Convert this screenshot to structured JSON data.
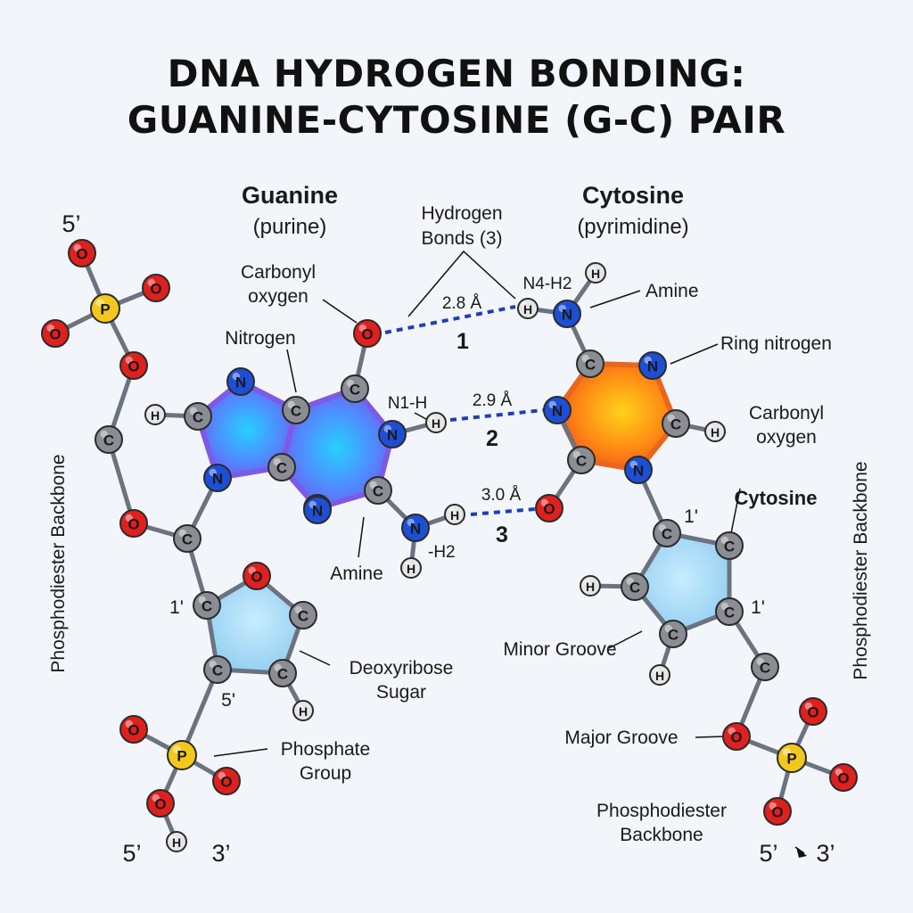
{
  "title": {
    "line1": "DNA HYDROGEN BONDING:",
    "line2": "GUANINE-CYTOSINE (G-C) PAIR"
  },
  "headers": {
    "guanine": "Guanine",
    "guanine_sub": "(purine)",
    "cytosine": "Cytosine",
    "cytosine_sub": "(pyrimidine)",
    "hbonds_line1": "Hydrogen",
    "hbonds_line2": "Bonds (3)",
    "cytosine_label": "Cytosine"
  },
  "labels": {
    "carbonyl_left_1": "Carbonyl",
    "carbonyl_left_2": "oxygen",
    "nitrogen": "Nitrogen",
    "n1h": "N1-H",
    "amine_left": "Amine",
    "h2_left": "-H2",
    "n4h2": "N4-H2",
    "amine_right": "Amine",
    "ring_nitrogen": "Ring nitrogen",
    "carbonyl_right_1": "Carbonyl",
    "carbonyl_right_2": "oxygen",
    "deoxyribose_1": "Deoxyribose",
    "deoxyribose_2": "Sugar",
    "phosphate_1": "Phosphate",
    "phosphate_2": "Group",
    "minor_groove": "Minor Groove",
    "major_groove": "Major Groove",
    "backbone_right_1": "Phosphodiester",
    "backbone_right_2": "Backbone",
    "backbone_left_vertical": "Phosphodiester Backbone",
    "backbone_right_vertical": "Phosphodiester Backbone",
    "five_prime_top": "5’",
    "five_prime_left_bottom": "5’",
    "three_prime_left_bottom": "3’",
    "one_prime_left": "1'",
    "five_prime_sugar": "5'",
    "one_prime_right_a": "1'",
    "one_prime_right_b": "1'",
    "five_prime_right": "5’",
    "three_prime_right": "3’"
  },
  "hbonds": [
    {
      "number": "1",
      "distance": "2.8 Å"
    },
    {
      "number": "2",
      "distance": "2.9 Å"
    },
    {
      "number": "3",
      "distance": "3.0 Å"
    }
  ],
  "atom_symbols": {
    "O": "O",
    "N": "N",
    "C": "C",
    "H": "H",
    "P": "P"
  },
  "colors": {
    "oxygen": "#e0201e",
    "nitrogen": "#1d4fd6",
    "carbon": "#8a8d93",
    "hydrogen": "#e6e6e6",
    "phosphorus": "#f2c81c",
    "guanine_ring": "#6a5cf0",
    "cytosine_ring": "#f5731a",
    "sugar_ring": "#a9d8f2",
    "hbond": "#1f3fb0"
  }
}
